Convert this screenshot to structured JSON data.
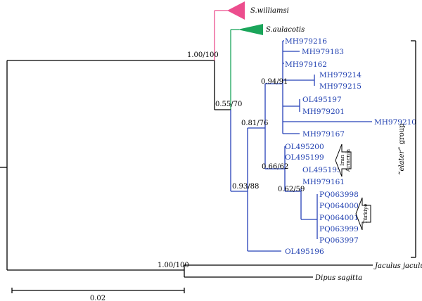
{
  "colors": {
    "pink_clade": "#ec4d8d",
    "green_clade": "#1aa55a",
    "blue_clade": "#2540b8",
    "accession_text": "#1f3fb0",
    "branch_black": "#000000"
  },
  "collapsed_clades": {
    "williamsi": "S.williamsi",
    "aulacotis": "S.aulacotis"
  },
  "tips": [
    "MH979216",
    "MH979183",
    "MH979162",
    "MH979214",
    "MH979215",
    "OL495197",
    "MH979201",
    "MH979210",
    "MH979167",
    "OL495200",
    "OL495199",
    "OL495195",
    "MH979161",
    "PQ063998",
    "PQ064000",
    "PQ064001",
    "PQ063999",
    "PQ063997",
    "OL495196"
  ],
  "outgroups": {
    "jaculus": "Jaculus jaculus",
    "dipus": "Dipus sagitta"
  },
  "support_values": {
    "root_ingroup": "1.00/100",
    "node_055": "0.55/70",
    "node_093": "0.93/88",
    "node_081": "0.81/76",
    "node_094": "0.94/91",
    "node_066": "0.66/62",
    "node_062": "0.62/59",
    "outgroup_node": "1.00/100"
  },
  "region_arrows": {
    "iran": "Iran",
    "armenia": "Armenia",
    "turkiye": "Türkiye"
  },
  "group_label": {
    "quote_open": "“",
    "name": "elater",
    "quote_close": "”",
    "suffix": " group"
  },
  "scale_bar": {
    "label": "0.02"
  }
}
